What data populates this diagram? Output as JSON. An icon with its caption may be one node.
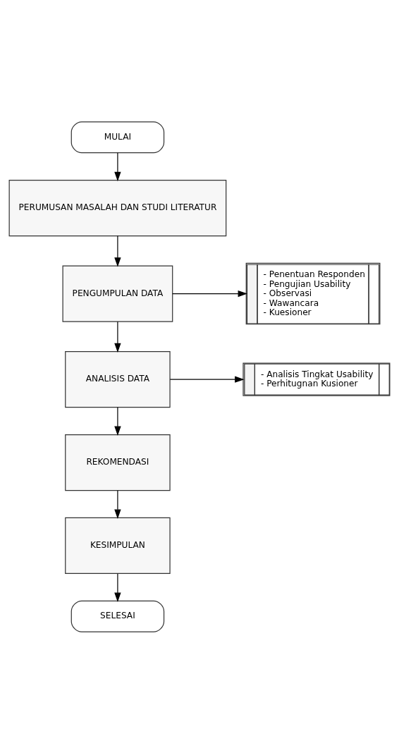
{
  "diagram": {
    "nodes": [
      {
        "text": [
          "MULAI"
        ]
      },
      {
        "text": [
          "PERUMUSAN MASALAH DAN STUDI LITERATUR"
        ]
      },
      {
        "text": [
          "PENGUMPULAN DATA"
        ]
      },
      {
        "text": [
          "- Penentuan Responden",
          "- Pengujian Usability",
          "- Observasi",
          "- Wawancara",
          "- Kuesioner"
        ]
      },
      {
        "text": [
          "ANALISIS DATA"
        ]
      },
      {
        "text": [
          "- Analisis Tingkat Usability",
          "- Perhitugnan Kusioner"
        ]
      },
      {
        "text": [
          "REKOMENDASI"
        ]
      },
      {
        "text": [
          "KESIMPULAN"
        ]
      },
      {
        "text": [
          "SELESAI"
        ]
      }
    ],
    "edges": [
      {
        "from": 0,
        "to": 1,
        "arrow": "to"
      },
      {
        "from": 1,
        "to": 2,
        "arrow": "to"
      },
      {
        "from": 2,
        "to": 3,
        "arrow": "to"
      },
      {
        "from": 2,
        "to": 4,
        "arrow": "to"
      },
      {
        "from": 4,
        "to": 5,
        "arrow": "to"
      },
      {
        "from": 4,
        "to": 6,
        "arrow": "to"
      },
      {
        "from": 6,
        "to": 7,
        "arrow": "to"
      },
      {
        "from": 7,
        "to": 8,
        "arrow": "to"
      }
    ]
  }
}
